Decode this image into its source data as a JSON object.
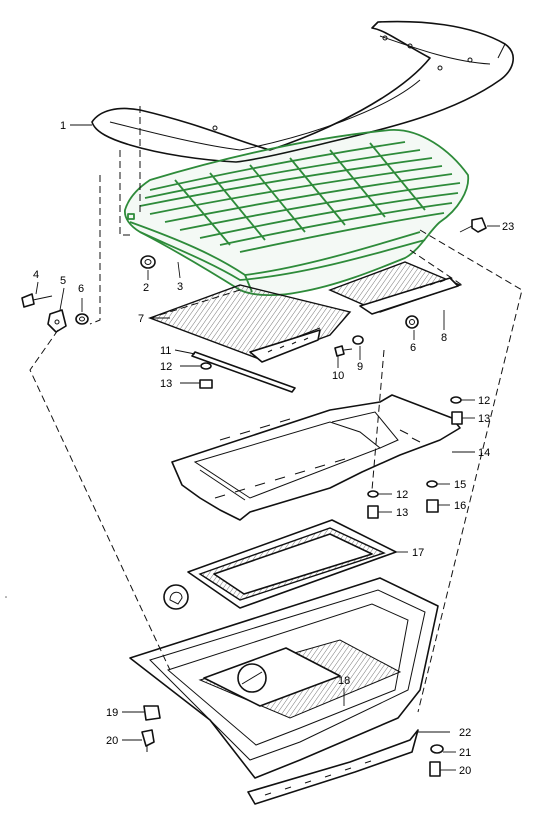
{
  "accent_color": "#2e8b3a",
  "callouts": [
    {
      "id": "1",
      "text": "1"
    },
    {
      "id": "2",
      "text": "2"
    },
    {
      "id": "3",
      "text": "3"
    },
    {
      "id": "4",
      "text": "4"
    },
    {
      "id": "5",
      "text": "5"
    },
    {
      "id": "6a",
      "text": "6"
    },
    {
      "id": "6b",
      "text": "6"
    },
    {
      "id": "7",
      "text": "7"
    },
    {
      "id": "8",
      "text": "8"
    },
    {
      "id": "9",
      "text": "9"
    },
    {
      "id": "10",
      "text": "10"
    },
    {
      "id": "11",
      "text": "11"
    },
    {
      "id": "12a",
      "text": "12"
    },
    {
      "id": "12b",
      "text": "12"
    },
    {
      "id": "12c",
      "text": "12"
    },
    {
      "id": "13a",
      "text": "13"
    },
    {
      "id": "13b",
      "text": "13"
    },
    {
      "id": "13c",
      "text": "13"
    },
    {
      "id": "14",
      "text": "14"
    },
    {
      "id": "15",
      "text": "15"
    },
    {
      "id": "16",
      "text": "16"
    },
    {
      "id": "17",
      "text": "17"
    },
    {
      "id": "18",
      "text": "18"
    },
    {
      "id": "19",
      "text": "19"
    },
    {
      "id": "20a",
      "text": "20"
    },
    {
      "id": "20b",
      "text": "20"
    },
    {
      "id": "21",
      "text": "21"
    },
    {
      "id": "22",
      "text": "22"
    },
    {
      "id": "23",
      "text": "23"
    }
  ]
}
